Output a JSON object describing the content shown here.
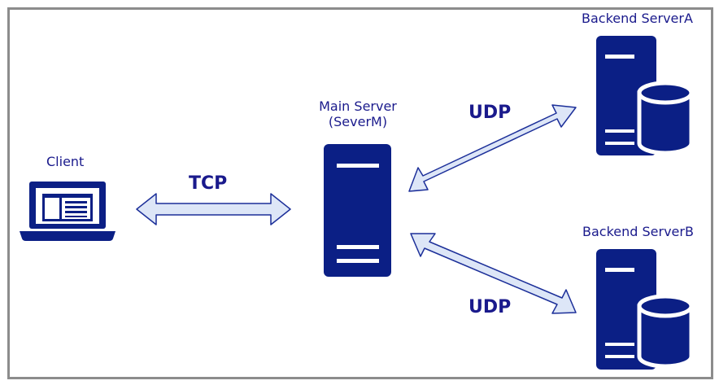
{
  "nodes": {
    "client": {
      "label": "Client"
    },
    "main_server": {
      "label_line1": "Main Server",
      "label_line2": "(SeverM)"
    },
    "backend_a": {
      "label": "Backend ServerA"
    },
    "backend_b": {
      "label": "Backend ServerB"
    }
  },
  "connections": {
    "client_main": {
      "protocol": "TCP"
    },
    "main_backend_a": {
      "protocol": "UDP"
    },
    "main_backend_b": {
      "protocol": "UDP"
    }
  },
  "colors": {
    "icon": "#0b1f85",
    "arrow_fill": "#dde6f7",
    "arrow_stroke": "#1c2f99",
    "frame": "#8c8c8c"
  }
}
